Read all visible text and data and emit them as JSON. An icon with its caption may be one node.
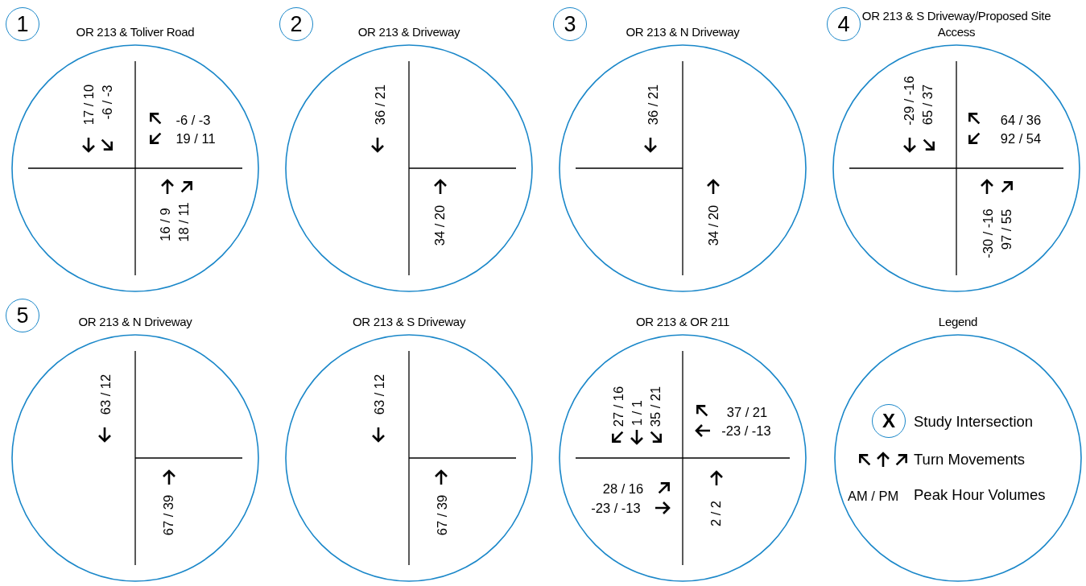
{
  "diagram": {
    "nodes": [
      {
        "text": [
          "1"
        ]
      },
      {
        "text": [
          "OR 213 & Toliver Road",
          "17 / 10",
          "-6 / -3",
          "-6 / -3",
          "19 / 11",
          "16 / 9",
          "18 / 11"
        ]
      },
      {
        "text": [
          "2"
        ]
      },
      {
        "text": [
          "OR 213 & Driveway",
          "36 / 21",
          "34 / 20"
        ]
      },
      {
        "text": [
          "3"
        ]
      },
      {
        "text": [
          "OR 213 & N Driveway",
          "36 / 21",
          "34 / 20"
        ]
      },
      {
        "text": [
          "4"
        ]
      },
      {
        "text": [
          "OR 213 & S Driveway/Proposed Site Access",
          "-29 / -16",
          "65 / 37",
          "64 / 36",
          "92 / 54",
          "-30 / -16",
          "97 / 55"
        ]
      },
      {
        "text": [
          "5"
        ]
      },
      {
        "text": [
          "OR 213 & N Driveway",
          "63 / 12",
          "67 / 39"
        ]
      },
      {
        "text": [
          "OR 213 & S Driveway",
          "63 / 12",
          "67 / 39"
        ]
      },
      {
        "text": [
          "OR 213 & OR 211",
          "27 / 16",
          "1 / 1",
          "35 / 21",
          "37 / 21",
          "-23 / -13",
          "28 / 16",
          "-23 / -13",
          "2 / 2"
        ]
      },
      {
        "text": [
          "Legend"
        ]
      }
    ],
    "edges": [],
    "labels": [
      "X",
      "AM / PM"
    ],
    "legend": [
      {
        "text": "Study Intersection"
      },
      {
        "text": "Turn Movements"
      },
      {
        "text": "Peak Hour Volumes"
      }
    ]
  }
}
